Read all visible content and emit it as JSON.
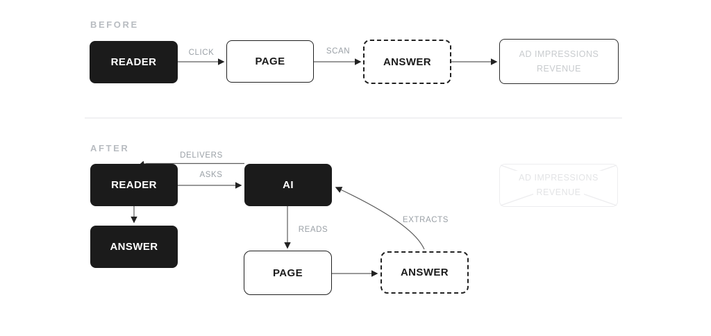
{
  "sections": {
    "before": {
      "header": "BEFORE",
      "nodes": {
        "reader": {
          "label": "READER",
          "style": "solid-dark"
        },
        "page": {
          "label": "PAGE",
          "style": "outline"
        },
        "answer": {
          "label": "ANSWER",
          "style": "dashed"
        },
        "ad": {
          "line1": "AD IMPRESSIONS",
          "line2": "REVENUE",
          "style": "outline-muted-text"
        }
      },
      "edges": {
        "click": {
          "from": "READER",
          "to": "PAGE",
          "label": "CLICK"
        },
        "scan": {
          "from": "PAGE",
          "to": "ANSWER",
          "label": "SCAN"
        },
        "monetize": {
          "from": "ANSWER",
          "to": "AD IMPRESSIONS REVENUE",
          "label": ""
        }
      }
    },
    "after": {
      "header": "AFTER",
      "nodes": {
        "reader": {
          "label": "READER",
          "style": "solid-dark"
        },
        "ai": {
          "label": "AI",
          "style": "solid-dark"
        },
        "answer_direct": {
          "label": "ANSWER",
          "style": "solid-dark"
        },
        "page": {
          "label": "PAGE",
          "style": "outline"
        },
        "answer_extracted": {
          "label": "ANSWER",
          "style": "dashed"
        },
        "ad": {
          "line1": "AD IMPRESSIONS",
          "line2": "REVENUE",
          "style": "ghost-crossed-out"
        }
      },
      "edges": {
        "delivers": {
          "from": "AI",
          "to": "READER",
          "label": "DELIVERS"
        },
        "asks": {
          "from": "READER",
          "to": "AI",
          "label": "ASKS"
        },
        "direct_answer": {
          "from": "READER",
          "to": "ANSWER",
          "label": ""
        },
        "reads": {
          "from": "AI",
          "to": "PAGE",
          "label": "READS"
        },
        "extract_source": {
          "from": "PAGE",
          "to": "ANSWER",
          "label": ""
        },
        "extracts": {
          "from": "ANSWER",
          "to": "AI",
          "label": "EXTRACTS"
        }
      }
    }
  },
  "colors": {
    "node_fill_dark": "#1b1b1b",
    "node_text_light": "#ffffff",
    "node_border": "#1f1f1f",
    "edge_stroke": "#5c5c5c",
    "arrowhead": "#222222",
    "edge_label_text": "#9aa0a6",
    "section_header_text": "#b8bcc1",
    "ad_muted_text": "#c8cbce",
    "ghost_border": "#ededef",
    "ghost_text": "#e3e4e6",
    "divider": "#f1f1f3",
    "background": "#ffffff"
  }
}
